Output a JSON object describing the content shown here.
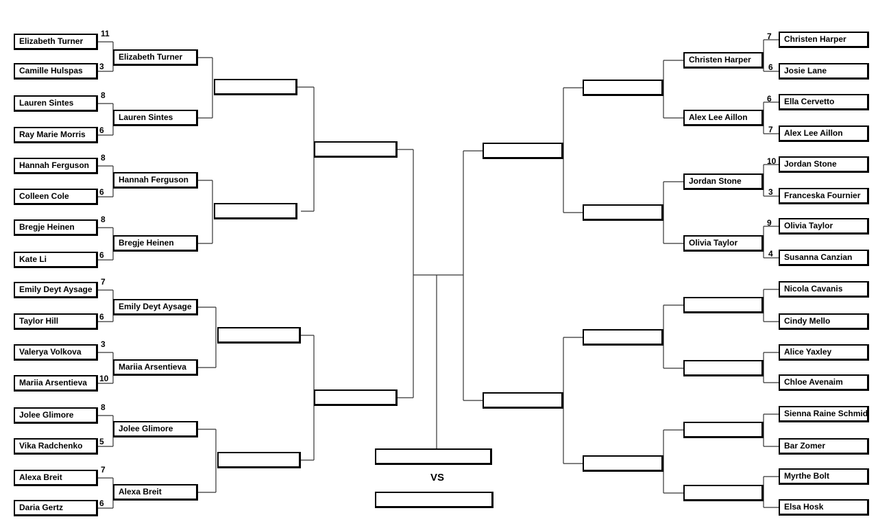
{
  "left": {
    "round1": [
      {
        "name": "Elizabeth Turner",
        "score": "11"
      },
      {
        "name": "Camille Hulspas",
        "score": "3"
      },
      {
        "name": "Lauren Sintes",
        "score": "8"
      },
      {
        "name": "Ray Marie Morris",
        "score": "6"
      },
      {
        "name": "Hannah Ferguson",
        "score": "8"
      },
      {
        "name": "Colleen Cole",
        "score": "6"
      },
      {
        "name": "Bregje Heinen",
        "score": "8"
      },
      {
        "name": "Kate Li",
        "score": "6"
      },
      {
        "name": "Emily Deyt Aysage",
        "score": "7"
      },
      {
        "name": "Taylor Hill",
        "score": "6"
      },
      {
        "name": "Valerya Volkova",
        "score": "3"
      },
      {
        "name": "Mariia Arsentieva",
        "score": "10"
      },
      {
        "name": "Jolee Glimore",
        "score": "8"
      },
      {
        "name": "Vika Radchenko",
        "score": "5"
      },
      {
        "name": "Alexa Breit",
        "score": "7"
      },
      {
        "name": "Daria Gertz",
        "score": "6"
      }
    ],
    "round2": [
      "Elizabeth Turner",
      "Lauren Sintes",
      "Hannah Ferguson",
      "Bregje Heinen",
      "Emily Deyt Aysage",
      "Mariia Arsentieva",
      "Jolee Glimore",
      "Alexa Breit"
    ]
  },
  "right": {
    "round1": [
      {
        "name": "Christen Harper",
        "score": "7"
      },
      {
        "name": "Josie Lane",
        "score": "6"
      },
      {
        "name": "Ella Cervetto",
        "score": "6"
      },
      {
        "name": "Alex Lee Aillon",
        "score": "7"
      },
      {
        "name": "Jordan Stone",
        "score": "10"
      },
      {
        "name": "Franceska Fournier",
        "score": "3"
      },
      {
        "name": "Olivia Taylor",
        "score": "9"
      },
      {
        "name": "Susanna Canzian",
        "score": "4"
      },
      {
        "name": "Nicola Cavanis",
        "score": ""
      },
      {
        "name": "Cindy Mello",
        "score": ""
      },
      {
        "name": "Alice Yaxley",
        "score": ""
      },
      {
        "name": "Chloe Avenaim",
        "score": ""
      },
      {
        "name": "Sienna Raine Schmidt",
        "score": ""
      },
      {
        "name": "Bar Zomer",
        "score": ""
      },
      {
        "name": "Myrthe Bolt",
        "score": ""
      },
      {
        "name": "Elsa Hosk",
        "score": ""
      }
    ],
    "round2": [
      "Christen Harper",
      "Alex Lee Aillon",
      "Jordan Stone",
      "Olivia Taylor",
      "",
      "",
      "",
      ""
    ]
  },
  "final": {
    "vs_label": "VS"
  }
}
